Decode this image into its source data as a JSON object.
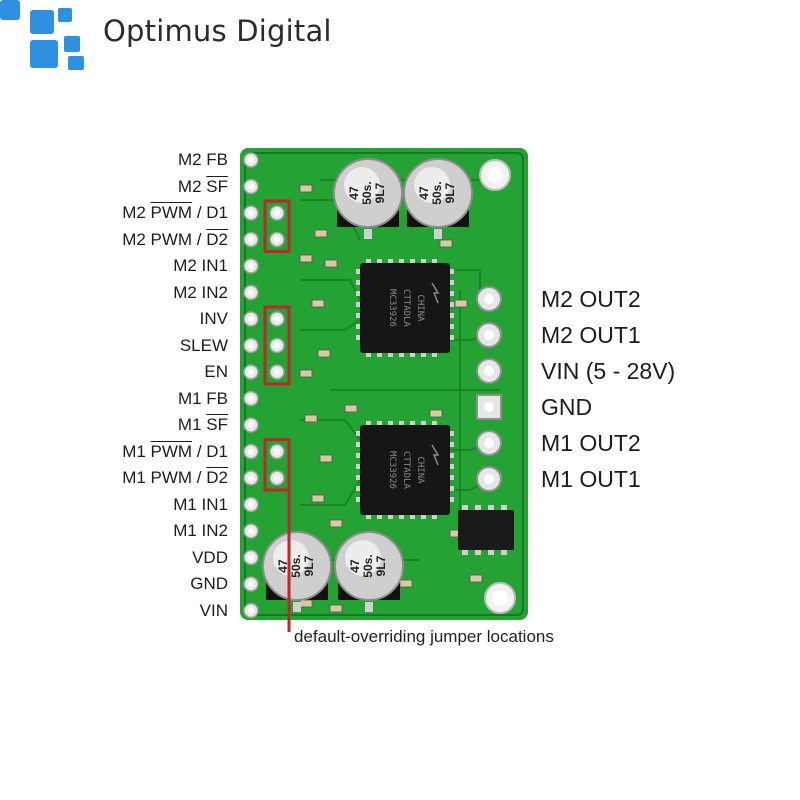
{
  "brand": {
    "name": "Optimus Digital",
    "accent": "#2f8fe0"
  },
  "left_pins": [
    [
      {
        "t": "M2 FB"
      }
    ],
    [
      {
        "t": "M2 "
      },
      {
        "t": "SF",
        "o": true
      }
    ],
    [
      {
        "t": "M2 "
      },
      {
        "t": "PWM",
        "o": true
      },
      {
        "t": " / D1"
      }
    ],
    [
      {
        "t": "M2 PWM / "
      },
      {
        "t": "D2",
        "o": true
      }
    ],
    [
      {
        "t": "M2 IN1"
      }
    ],
    [
      {
        "t": "M2 IN2"
      }
    ],
    [
      {
        "t": "INV"
      }
    ],
    [
      {
        "t": "SLEW"
      }
    ],
    [
      {
        "t": "EN"
      }
    ],
    [
      {
        "t": "M1 FB"
      }
    ],
    [
      {
        "t": "M1 "
      },
      {
        "t": "SF",
        "o": true
      }
    ],
    [
      {
        "t": "M1 "
      },
      {
        "t": "PWM",
        "o": true
      },
      {
        "t": " / D1"
      }
    ],
    [
      {
        "t": "M1 PWM / "
      },
      {
        "t": "D2",
        "o": true
      }
    ],
    [
      {
        "t": "M1 IN1"
      }
    ],
    [
      {
        "t": "M1 IN2"
      }
    ],
    [
      {
        "t": "VDD"
      }
    ],
    [
      {
        "t": "GND"
      }
    ],
    [
      {
        "t": "VIN"
      }
    ]
  ],
  "right_pins": [
    "M2 OUT2",
    "M2 OUT1",
    "VIN (5 - 28V)",
    "GND",
    "M1 OUT2",
    "M1 OUT1"
  ],
  "caption": "default-overriding jumper locations",
  "chips": [
    {
      "lines": [
        "MC33926",
        "CTTADLA",
        "CHINA"
      ]
    },
    {
      "lines": [
        "MC33926",
        "CTTADLA",
        "CHINA"
      ]
    }
  ],
  "capacitors": [
    {
      "lines": [
        "47",
        "50s.",
        "9L7"
      ]
    },
    {
      "lines": [
        "47",
        "50s.",
        "9L7"
      ]
    },
    {
      "lines": [
        "47",
        "50s.",
        "9L7"
      ]
    },
    {
      "lines": [
        "47",
        "50s.",
        "9L7"
      ]
    }
  ],
  "colors": {
    "pcb": "#25a234",
    "pcb_dark": "#127a22",
    "jumper_box": "#c0262b",
    "pad": "#e9e9e9"
  }
}
